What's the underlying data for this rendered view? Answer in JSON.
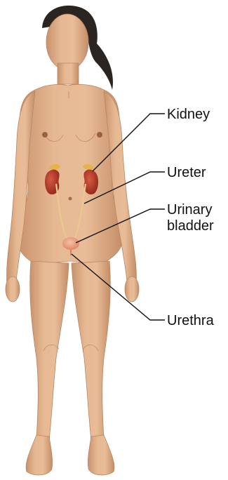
{
  "labels": {
    "kidney": "Kidney",
    "ureter": "Ureter",
    "urinary_bladder_line1": "Urinary",
    "urinary_bladder_line2": "bladder",
    "urethra": "Urethra"
  },
  "colors": {
    "skin": "#e2b48f",
    "skin_shade": "#c48f68",
    "hair": "#2b2522",
    "kidney": "#b83a2a",
    "adrenal": "#e3b44a",
    "bladder": "#e99c7a",
    "leader_line": "#111111"
  }
}
